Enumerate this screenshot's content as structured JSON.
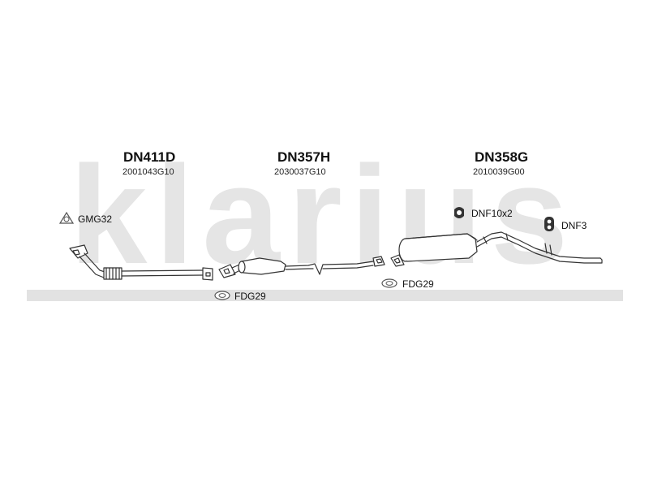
{
  "watermark": {
    "brand": "klarius"
  },
  "parts": [
    {
      "code": "DN411D",
      "number": "2001043G10"
    },
    {
      "code": "DN357H",
      "number": "2030037G10"
    },
    {
      "code": "DN358G",
      "number": "2010039G00"
    }
  ],
  "accessories": {
    "gmg32": "GMG32",
    "dnf10": "DNF10x2",
    "dnf3": "DNF3",
    "fdg29_left": "FDG29",
    "fdg29_right": "FDG29"
  },
  "icons": {
    "gasket": "gasket-icon",
    "mount": "rubber-mount-icon",
    "hanger": "hanger-icon",
    "flange": "flange-gasket-icon"
  },
  "colors": {
    "line": "#333333",
    "watermark": "#e5e5e5",
    "fill": "#ffffff"
  }
}
